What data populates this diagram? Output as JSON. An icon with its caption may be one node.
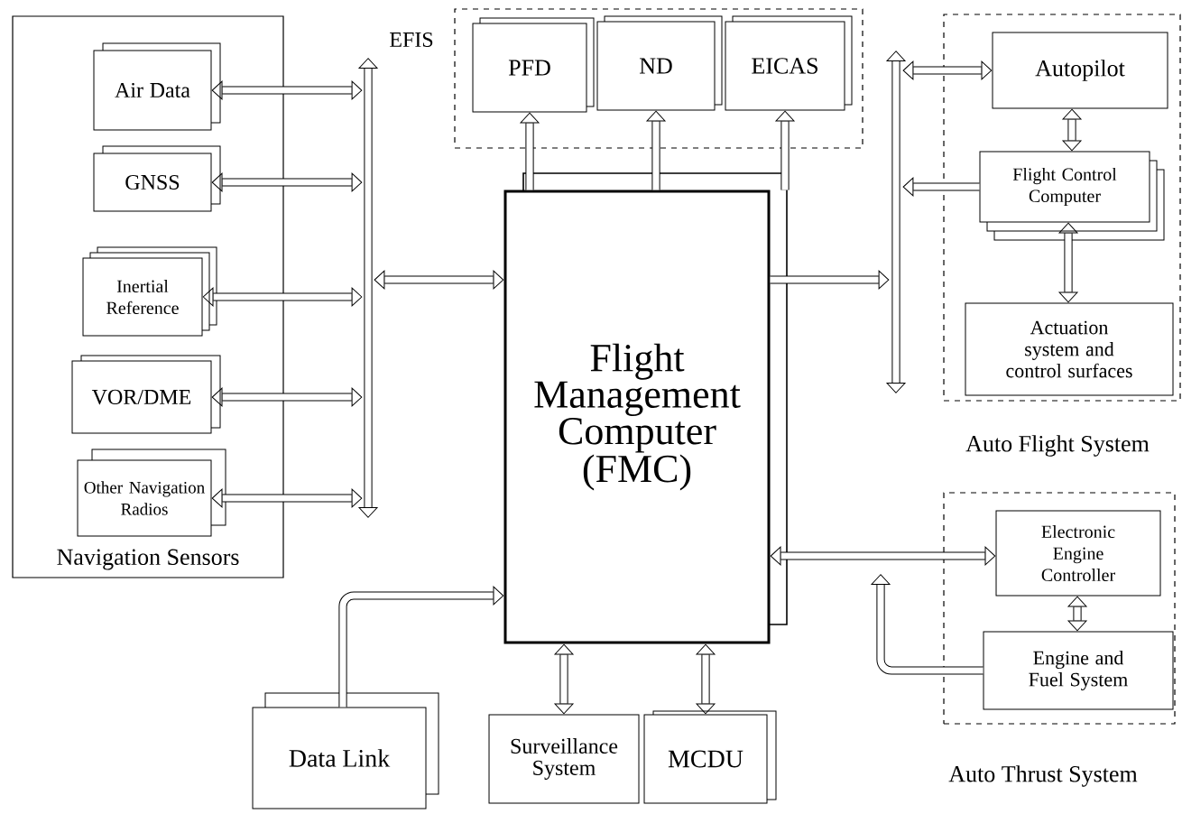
{
  "diagram": {
    "nodes": [
      {
        "text": [
          "Navigation Sensors"
        ]
      },
      {
        "text": [
          "Air Data"
        ],
        "in": 0
      },
      {
        "text": [
          "GNSS"
        ],
        "in": 0
      },
      {
        "text": [
          "Inertial Reference"
        ],
        "in": 0
      },
      {
        "text": [
          "VOR/DME"
        ],
        "in": 0
      },
      {
        "text": [
          "Other Navigation Radios"
        ],
        "in": 0
      },
      {
        "text": [],
        "shape": "bar",
        "beside": [
          "EFIS"
        ]
      },
      {
        "text": [],
        "shape": "box"
      },
      {
        "text": [
          "PFD"
        ],
        "in": 7
      },
      {
        "text": [
          "ND"
        ],
        "in": 7
      },
      {
        "text": [
          "EICAS"
        ],
        "in": 7
      },
      {
        "text": [
          "Flight Management Computer (FMC)"
        ]
      },
      {
        "text": [
          "Auto Flight System"
        ]
      },
      {
        "text": [
          "Autopilot"
        ],
        "in": 12
      },
      {
        "text": [
          "Flight Control Computer"
        ],
        "in": 12
      },
      {
        "text": [
          "Actuation system and control surfaces"
        ],
        "in": 12
      },
      {
        "text": [],
        "shape": "bar"
      },
      {
        "text": [
          "Auto Thrust System"
        ]
      },
      {
        "text": [
          "Electronic Engine Controller"
        ],
        "in": 17
      },
      {
        "text": [
          "Engine and Fuel System"
        ],
        "in": 17
      },
      {
        "text": [
          "Data Link"
        ]
      },
      {
        "text": [
          "Surveillance System"
        ]
      },
      {
        "text": [
          "MCDU"
        ]
      }
    ],
    "edges": [
      {
        "from": 1,
        "to": 6,
        "arrow": "both"
      },
      {
        "from": 2,
        "to": 6,
        "arrow": "both"
      },
      {
        "from": 3,
        "to": 6,
        "arrow": "both"
      },
      {
        "from": 4,
        "to": 6,
        "arrow": "both"
      },
      {
        "from": 5,
        "to": 6,
        "arrow": "both"
      },
      {
        "from": 6,
        "to": 11,
        "arrow": "both"
      },
      {
        "from": 11,
        "to": 8,
        "arrow": "to"
      },
      {
        "from": 11,
        "to": 9,
        "arrow": "to"
      },
      {
        "from": 11,
        "to": 10,
        "arrow": "to"
      },
      {
        "from": 11,
        "to": 16,
        "arrow": "to"
      },
      {
        "from": 16,
        "to": 13,
        "arrow": "both"
      },
      {
        "from": 14,
        "to": 16,
        "arrow": "to"
      },
      {
        "from": 13,
        "to": 14,
        "arrow": "both"
      },
      {
        "from": 14,
        "to": 15,
        "arrow": "both"
      },
      {
        "from": 11,
        "to": 18,
        "arrow": "both"
      },
      {
        "from": 18,
        "to": 19,
        "arrow": "both"
      },
      {
        "from": 19,
        "to": null,
        "arrow": "to"
      },
      {
        "from": 20,
        "to": 11,
        "arrow": "to"
      },
      {
        "from": 21,
        "to": 11,
        "arrow": "both"
      },
      {
        "from": 22,
        "to": 11,
        "arrow": "both"
      }
    ]
  }
}
